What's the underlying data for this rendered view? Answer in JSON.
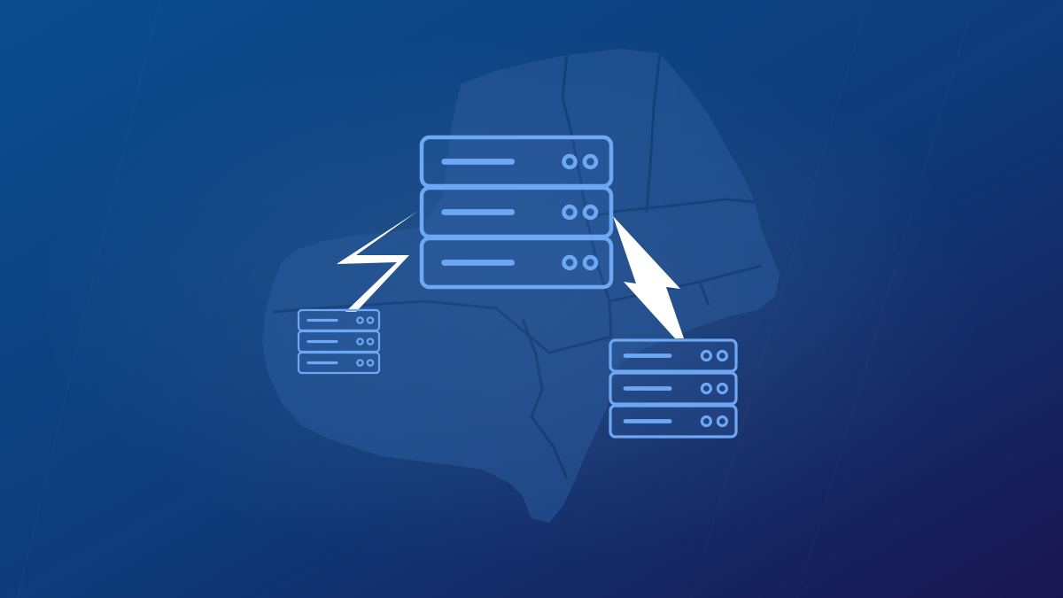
{
  "diagram": {
    "colors": {
      "background_start": "#0a4d8f",
      "background_mid": "#0f3a78",
      "background_end": "#1a1550",
      "map_fill": "#2a5a9a",
      "map_border": "#163f77",
      "server_stroke": "#6ea8f5",
      "bolt_fill": "#ffffff"
    },
    "nodes": [
      {
        "id": "central-server",
        "icon": "server-rack-icon",
        "units": 3
      },
      {
        "id": "left-server",
        "icon": "server-rack-icon",
        "units": 3
      },
      {
        "id": "right-server",
        "icon": "server-rack-icon",
        "units": 3
      }
    ],
    "connections": [
      {
        "from": "central-server",
        "to": "left-server",
        "icon": "lightning-bolt-icon"
      },
      {
        "from": "central-server",
        "to": "right-server",
        "icon": "lightning-bolt-icon"
      }
    ],
    "map_icon": "region-map-silhouette"
  }
}
